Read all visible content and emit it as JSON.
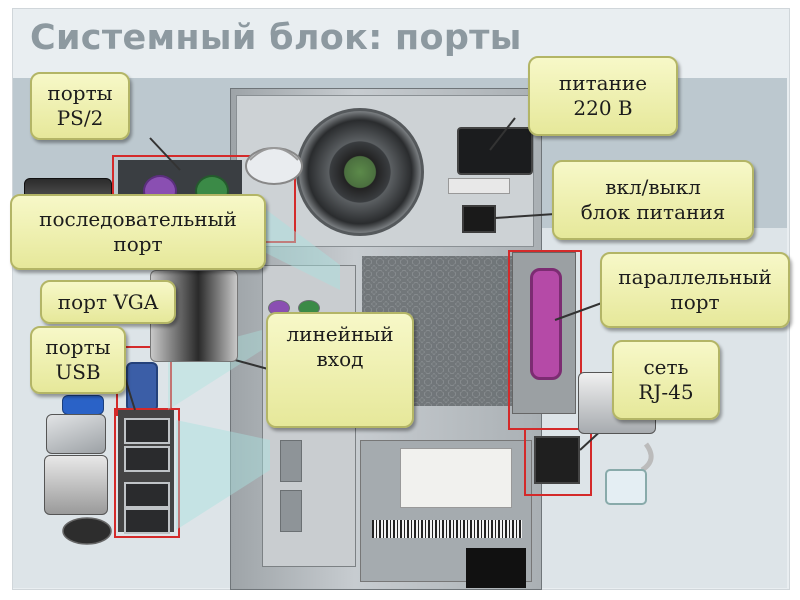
{
  "slide": {
    "title": "Системный блок: порты"
  },
  "callouts": {
    "ps2": "порты\nPS/2",
    "power": "питание\n220 В",
    "switch": "вкл/выкл\nблок питания",
    "serial": "последовательный\nпорт",
    "vga": "порт VGA",
    "usb": "порты\nUSB",
    "line_in": "линейный\nвход",
    "parallel": "параллельный\nпорт",
    "network": "сеть\nRJ-45"
  },
  "devices": [
    "keyboard-icon",
    "mouse-icon",
    "speakers-icon",
    "scanner-icon",
    "printer-icon",
    "webcam-icon",
    "guitar-icon",
    "network-cable-icon"
  ],
  "colors": {
    "title": "#8d99a0",
    "callout_fill": "#eff1b3",
    "highlight": "#d42a2a",
    "connector_fill": "#a9e3df"
  }
}
